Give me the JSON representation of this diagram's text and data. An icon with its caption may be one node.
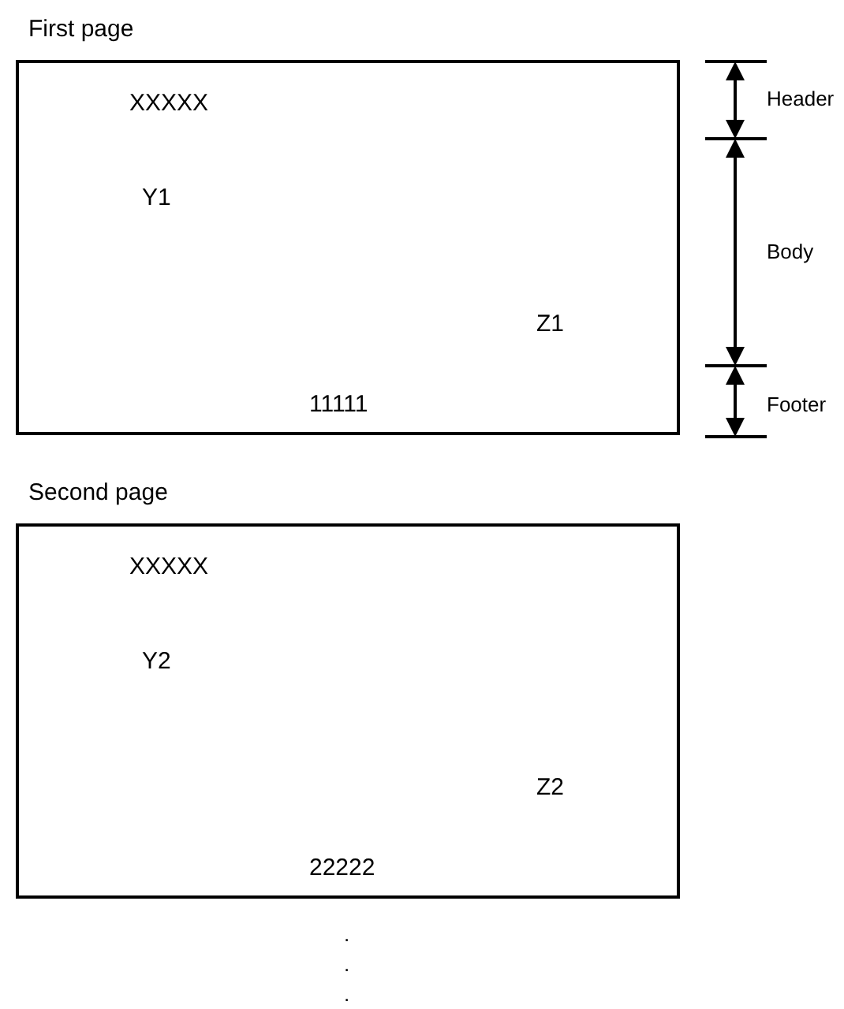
{
  "diagram": {
    "nodes": [
      {
        "text": [
          "First page",
          "XXXXX",
          "Y1",
          "Z1",
          "11111"
        ]
      },
      {
        "text": [
          "Second page",
          "XXXXX",
          "Y2",
          "Z2",
          "22222"
        ]
      }
    ],
    "labels": [
      "Header",
      "Body",
      "Footer",
      ".",
      ".",
      "."
    ]
  }
}
